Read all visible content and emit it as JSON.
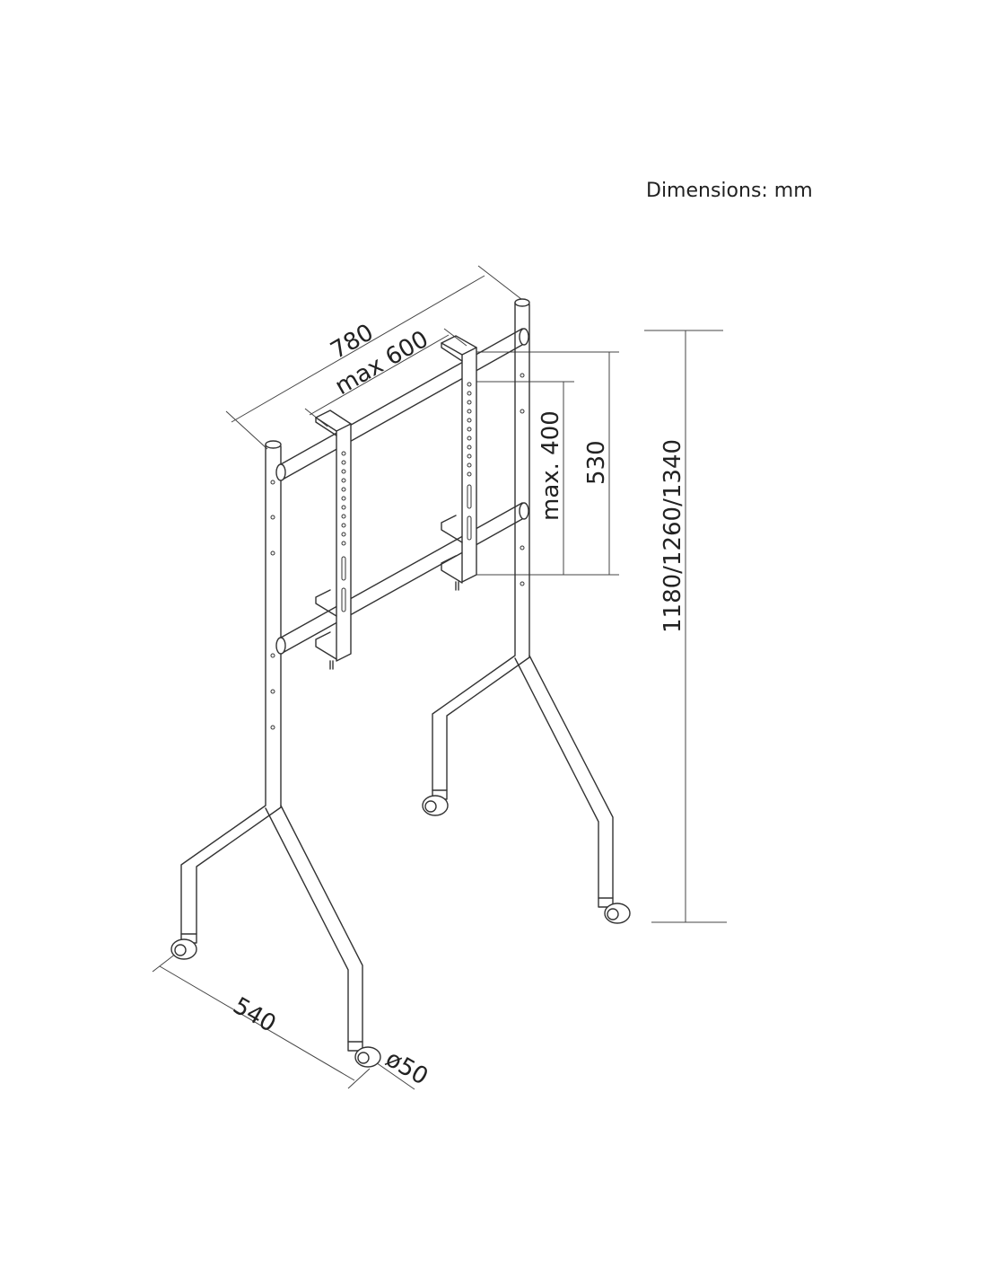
{
  "units_note": "Dimensions: mm",
  "dimensions": {
    "overall_width": "780",
    "max_vesa_width": "max 600",
    "max_vesa_height": "max. 400",
    "rail_spacing": "530",
    "height_options": "1180/1260/1340",
    "base_depth": "540",
    "caster_diameter": "ø50"
  }
}
